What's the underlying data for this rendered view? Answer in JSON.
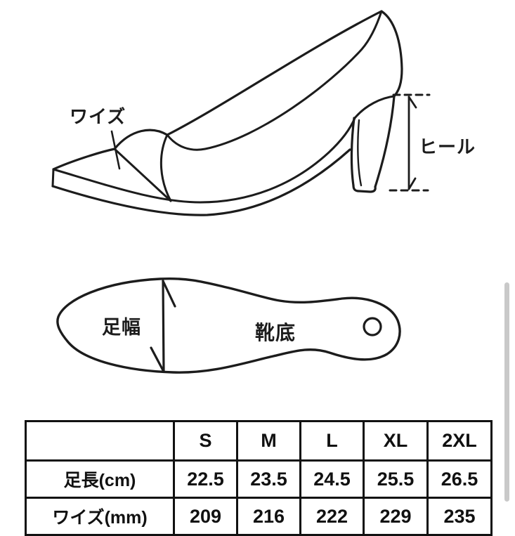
{
  "shoe_diagram": {
    "width_label": "ワイズ",
    "heel_label": "ヒール"
  },
  "sole_diagram": {
    "foot_width_label": "足幅",
    "sole_label": "靴底"
  },
  "size_table": {
    "size_headers": [
      "S",
      "M",
      "L",
      "XL",
      "2XL"
    ],
    "rows": [
      {
        "label": "足長(cm)",
        "values": [
          "22.5",
          "23.5",
          "24.5",
          "25.5",
          "26.5"
        ]
      },
      {
        "label": "ワイズ(mm)",
        "values": [
          "209",
          "216",
          "222",
          "229",
          "235"
        ]
      }
    ]
  },
  "colors": {
    "ink": "#1c1c1c",
    "background": "#ffffff",
    "table_border": "#111111",
    "scrollbar": "#c9c9c9"
  }
}
